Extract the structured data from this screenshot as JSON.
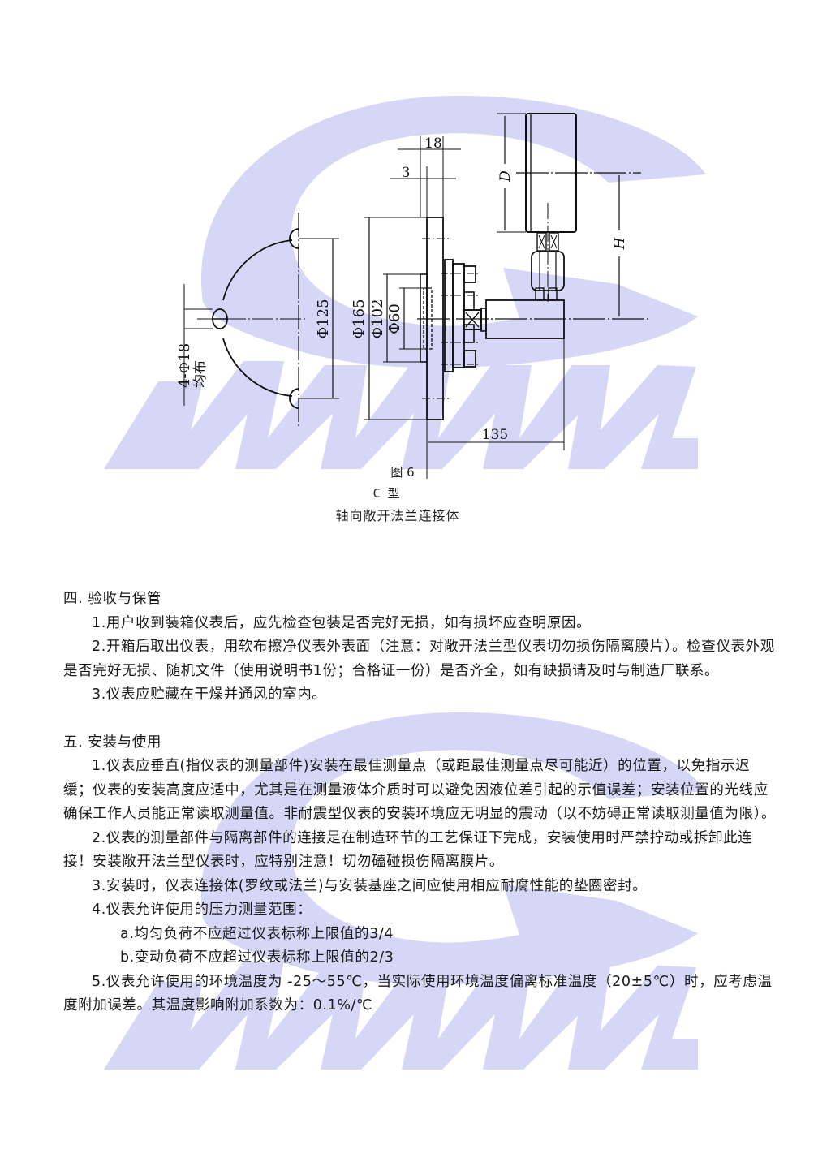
{
  "watermark": {
    "color": "#d5d5f7",
    "shapes": [
      "s-curve-logo",
      "mmm-zigzag"
    ]
  },
  "figure": {
    "dimensions": {
      "dim_18": "18",
      "dim_3": "3",
      "dim_D": "D",
      "dim_H": "H",
      "dim_phi125": "Φ125",
      "dim_phi165": "Φ165",
      "dim_phi102": "Φ102",
      "dim_phi60": "Φ60",
      "dim_135": "135",
      "holes_count": "4-Φ18",
      "holes_note": "均布"
    },
    "caption": {
      "figure_number": "图 6",
      "type": "C 型",
      "name": "轴向敞开法兰连接体"
    }
  },
  "sections": [
    {
      "title": "四. 验收与保管",
      "items": [
        "1.用户收到装箱仪表后，应先检查包装是否完好无损，如有损坏应查明原因。",
        "2.开箱后取出仪表，用软布擦净仪表外表面（注意：对敞开法兰型仪表切勿损伤隔离膜片）。检查仪表外观是否完好无损、随机文件（使用说明书1份；合格证一份）是否齐全，如有缺损请及时与制造厂联系。",
        "3.仪表应贮藏在干燥并通风的室内。"
      ]
    },
    {
      "title": "五. 安装与使用",
      "items": [
        "1.仪表应垂直(指仪表的测量部件)安装在最佳测量点（或距最佳测量点尽可能近）的位置，以免指示迟缓；仪表的安装高度应适中，尤其是在测量液体介质时可以避免因液位差引起的示值误差；安装位置的光线应确保工作人员能正常读取测量值。非耐震型仪表的安装环境应无明显的震动（以不妨碍正常读取测量值为限）。",
        "2.仪表的测量部件与隔离部件的连接是在制造环节的工艺保证下完成，安装使用时严禁拧动或拆卸此连接！安装敞开法兰型仪表时，应特别注意！切勿磕碰损伤隔离膜片。",
        "3.安装时，仪表连接体(罗纹或法兰)与安装基座之间应使用相应耐腐性能的垫圈密封。",
        "4.仪表允许使用的压力测量范围：",
        "5.仪表允许使用的环境温度为 -25～55℃，当实际使用环境温度偏离标准温度（20±5℃）时，应考虑温度附加误差。其温度影响附加系数为：0.1%/℃"
      ],
      "sub_items": [
        "a.均匀负荷不应超过仪表标称上限值的3/4",
        "b.变动负荷不应超过仪表标称上限值的2/3"
      ]
    }
  ]
}
